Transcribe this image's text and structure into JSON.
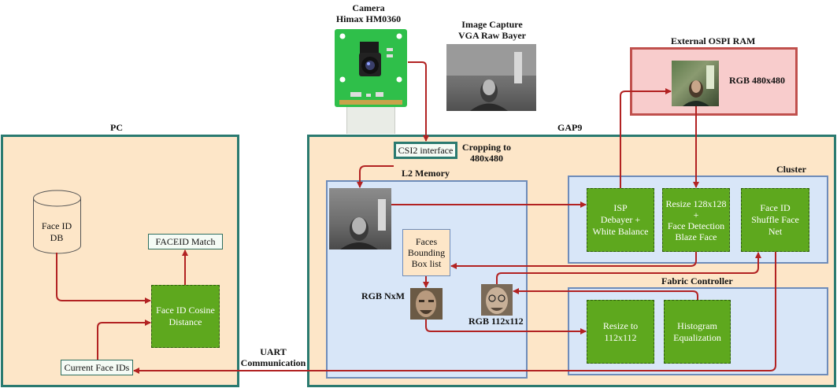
{
  "camera": {
    "title_line1": "Camera",
    "title_line2": "Himax HM0360"
  },
  "image_capture": {
    "line1": "Image Capture",
    "line2": "VGA Raw Bayer"
  },
  "external_ram": {
    "title": "External OSPI RAM",
    "image_label": "RGB 480x480"
  },
  "pc": {
    "title": "PC",
    "db_line1": "Face ID",
    "db_line2": "DB",
    "match_label": "FACEID Match",
    "cosine_line1": "Face ID Cosine",
    "cosine_line2": "Distance",
    "current_ids": "Current Face IDs"
  },
  "gap9": {
    "title": "GAP9",
    "csi2": "CSI2 interface",
    "cropping_line1": "Cropping to",
    "cropping_line2": "480x480",
    "l2": {
      "title": "L2 Memory",
      "bbox_line1": "Faces",
      "bbox_line2": "Bounding",
      "bbox_line3": "Box list",
      "rgb_nxm": "RGB NxM",
      "rgb_112": "RGB 112x112"
    },
    "cluster": {
      "title": "Cluster",
      "isp_line1": "ISP",
      "isp_line2": "Debayer +",
      "isp_line3": "White Balance",
      "resize_line1": "Resize 128x128",
      "resize_line2": "+",
      "resize_line3": "Face Detection",
      "resize_line4": "Blaze Face",
      "faceid_line1": "Face ID",
      "faceid_line2": "Shuffle Face Net"
    },
    "fabric": {
      "title": "Fabric Controller",
      "resize_line1": "Resize to",
      "resize_line2": "112x112",
      "hist_line1": "Histogram",
      "hist_line2": "Equalization"
    }
  },
  "uart": {
    "line1": "UART",
    "line2": "Communication"
  },
  "colors": {
    "peach": "#fde6c8",
    "teal_border": "#2a7a70",
    "blue_fill": "#d8e6f8",
    "blue_border": "#6e8cba",
    "pink_fill": "#f8cccc",
    "pink_border": "#c0504d",
    "green": "#5ea81e",
    "arrow": "#b22222"
  }
}
